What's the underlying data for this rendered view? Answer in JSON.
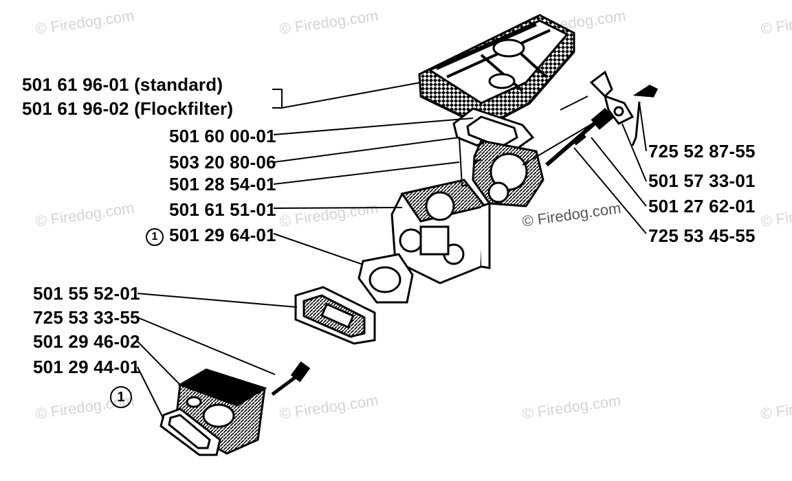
{
  "watermark": "© Firedog.com",
  "parts": [
    {
      "id": "p1",
      "number": "501 61 96-01 (standard)"
    },
    {
      "id": "p2",
      "number": "501 61 96-02 (Flockfilter)"
    },
    {
      "id": "p3",
      "number": "501 60 00-01"
    },
    {
      "id": "p4",
      "number": "503 20 80-06"
    },
    {
      "id": "p5",
      "number": "501 28 54-01"
    },
    {
      "id": "p6",
      "number": "501 61 51-01"
    },
    {
      "id": "p7",
      "number": "501 29 64-01"
    },
    {
      "id": "p8",
      "number": "501 55 52-01"
    },
    {
      "id": "p9",
      "number": "725 53 33-55"
    },
    {
      "id": "p10",
      "number": "501 29 46-02"
    },
    {
      "id": "p11",
      "number": "501 29 44-01"
    },
    {
      "id": "p12",
      "number": "725 52 87-55"
    },
    {
      "id": "p13",
      "number": "501 57 33-01"
    },
    {
      "id": "p14",
      "number": "501 27 62-01"
    },
    {
      "id": "p15",
      "number": "725 53 45-55"
    }
  ],
  "footnote_marker": "1"
}
